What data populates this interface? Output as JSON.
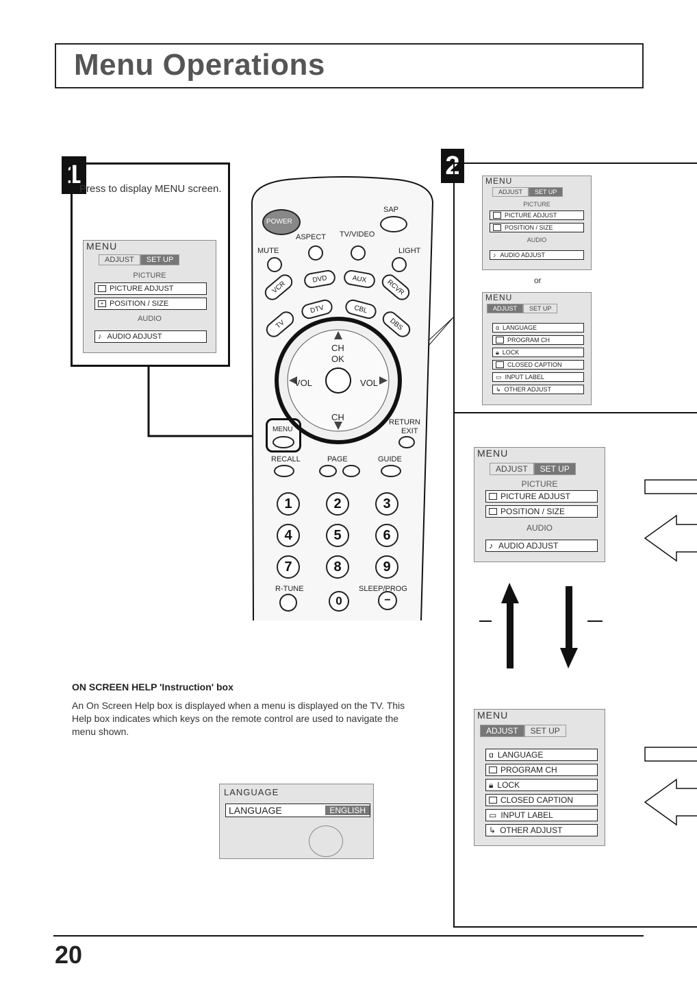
{
  "page_title": "Menu Operations",
  "page_number": "20",
  "step1": {
    "badge": "1",
    "instruction": "Press to display MENU screen.",
    "menu": {
      "title": "MENU",
      "tab_adjust": "ADJUST",
      "tab_setup": "SET UP",
      "section_picture": "PICTURE",
      "item_picture_adjust": "PICTURE ADJUST",
      "item_position_size": "POSITION / SIZE",
      "section_audio": "AUDIO",
      "item_audio_adjust": "AUDIO ADJUST"
    }
  },
  "step2": {
    "badge": "2",
    "or_text": "or",
    "menu_adjust": {
      "title": "MENU",
      "tab_adjust": "ADJUST",
      "tab_setup": "SET UP",
      "section_picture": "PICTURE",
      "item_picture_adjust": "PICTURE ADJUST",
      "item_position_size": "POSITION / SIZE",
      "section_audio": "AUDIO",
      "item_audio_adjust": "AUDIO ADJUST"
    },
    "menu_setup": {
      "title": "MENU",
      "tab_adjust": "ADJUST",
      "tab_setup": "SET UP",
      "item_language": "LANGUAGE",
      "item_program_ch": "PROGRAM CH",
      "item_lock": "LOCK",
      "item_closed_caption": "CLOSED CAPTION",
      "item_input_label": "INPUT LABEL",
      "item_other_adjust": "OTHER ADJUST"
    }
  },
  "remote": {
    "power": "POWER",
    "sap": "SAP",
    "aspect": "ASPECT",
    "tv_video": "TV/VIDEO",
    "mute": "MUTE",
    "light": "LIGHT",
    "vcr": "VCR",
    "dvd": "DVD",
    "aux": "AUX",
    "rcvr": "RCVR",
    "tv": "TV",
    "dtv": "DTV",
    "cbl": "CBL",
    "dbs": "DBS",
    "ch_up": "CH",
    "ok": "OK",
    "vol_left": "VOL",
    "vol_right": "VOL",
    "ch_down": "CH",
    "menu": "MENU",
    "return": "RETURN",
    "exit": "EXIT",
    "recall": "RECALL",
    "page": "PAGE",
    "guide": "GUIDE",
    "keys": [
      "1",
      "2",
      "3",
      "4",
      "5",
      "6",
      "7",
      "8",
      "9"
    ],
    "r_tune": "R-TUNE",
    "sleep_prog": "SLEEP/PROG",
    "zero": "0",
    "minus": "−"
  },
  "help": {
    "heading": "ON SCREEN HELP 'Instruction' box",
    "body": "An On Screen Help box is displayed when a menu is displayed on the TV. This Help box indicates which keys on the remote control are used to navigate the menu shown.",
    "lang_title": "LANGUAGE",
    "lang_label": "LANGUAGE",
    "lang_value": "ENGLISH"
  }
}
